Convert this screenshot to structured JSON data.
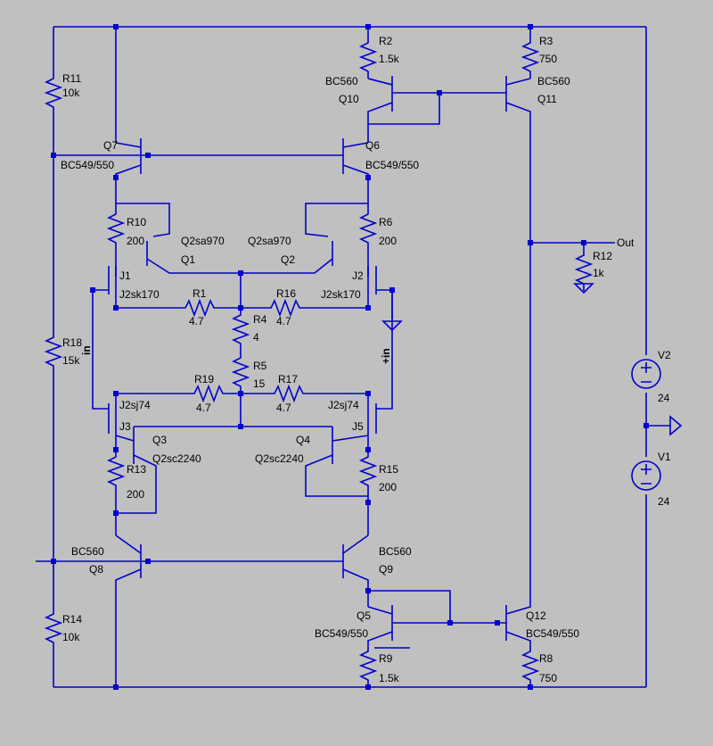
{
  "schematic": {
    "components": [
      {
        "id": "R11",
        "ref": "R11",
        "value": "10k"
      },
      {
        "id": "R2",
        "ref": "R2",
        "value": "1.5k"
      },
      {
        "id": "R3",
        "ref": "R3",
        "value": "750"
      },
      {
        "id": "Q10",
        "ref": "Q10",
        "value": "BC560"
      },
      {
        "id": "Q11",
        "ref": "Q11",
        "value": "BC560"
      },
      {
        "id": "Q7",
        "ref": "Q7",
        "value": "BC549/550"
      },
      {
        "id": "Q6",
        "ref": "Q6",
        "value": "BC549/550"
      },
      {
        "id": "R10",
        "ref": "R10",
        "value": "200"
      },
      {
        "id": "R6",
        "ref": "R6",
        "value": "200"
      },
      {
        "id": "Q1",
        "ref": "Q1",
        "value": "Q2sa970"
      },
      {
        "id": "Q2",
        "ref": "Q2",
        "value": "Q2sa970"
      },
      {
        "id": "J1",
        "ref": "J1",
        "value": "J2sk170"
      },
      {
        "id": "J2",
        "ref": "J2",
        "value": "J2sk170"
      },
      {
        "id": "R1",
        "ref": "R1",
        "value": "4.7"
      },
      {
        "id": "R16",
        "ref": "R16",
        "value": "4.7"
      },
      {
        "id": "R4",
        "ref": "R4",
        "value": "4"
      },
      {
        "id": "R5",
        "ref": "R5",
        "value": "15"
      },
      {
        "id": "R18",
        "ref": "R18",
        "value": "15k"
      },
      {
        "id": "R19",
        "ref": "R19",
        "value": "4.7"
      },
      {
        "id": "R17",
        "ref": "R17",
        "value": "4.7"
      },
      {
        "id": "J3",
        "ref": "J3",
        "value": "J2sj74"
      },
      {
        "id": "J5",
        "ref": "J5",
        "value": "J2sj74"
      },
      {
        "id": "Q3",
        "ref": "Q3",
        "value": "Q2sc2240"
      },
      {
        "id": "Q4",
        "ref": "Q4",
        "value": "Q2sc2240"
      },
      {
        "id": "R13",
        "ref": "R13",
        "value": "200"
      },
      {
        "id": "R15",
        "ref": "R15",
        "value": "200"
      },
      {
        "id": "Q8",
        "ref": "Q8",
        "value": "BC560"
      },
      {
        "id": "Q9",
        "ref": "Q9",
        "value": "BC560"
      },
      {
        "id": "Q5",
        "ref": "Q5",
        "value": "BC549/550"
      },
      {
        "id": "Q12",
        "ref": "Q12",
        "value": "BC549/550"
      },
      {
        "id": "R14",
        "ref": "R14",
        "value": "10k"
      },
      {
        "id": "R9",
        "ref": "R9",
        "value": "1.5k"
      },
      {
        "id": "R8",
        "ref": "R8",
        "value": "750"
      },
      {
        "id": "R12",
        "ref": "R12",
        "value": "1k"
      },
      {
        "id": "V2",
        "ref": "V2",
        "value": "24"
      },
      {
        "id": "V1",
        "ref": "V1",
        "value": "24"
      }
    ],
    "net_labels": {
      "out": "Out",
      "in_minus": "in",
      "in_plus": "+in"
    },
    "colors": {
      "background": "#c0c0c0",
      "wire": "#0000cc",
      "text": "#000000"
    }
  }
}
